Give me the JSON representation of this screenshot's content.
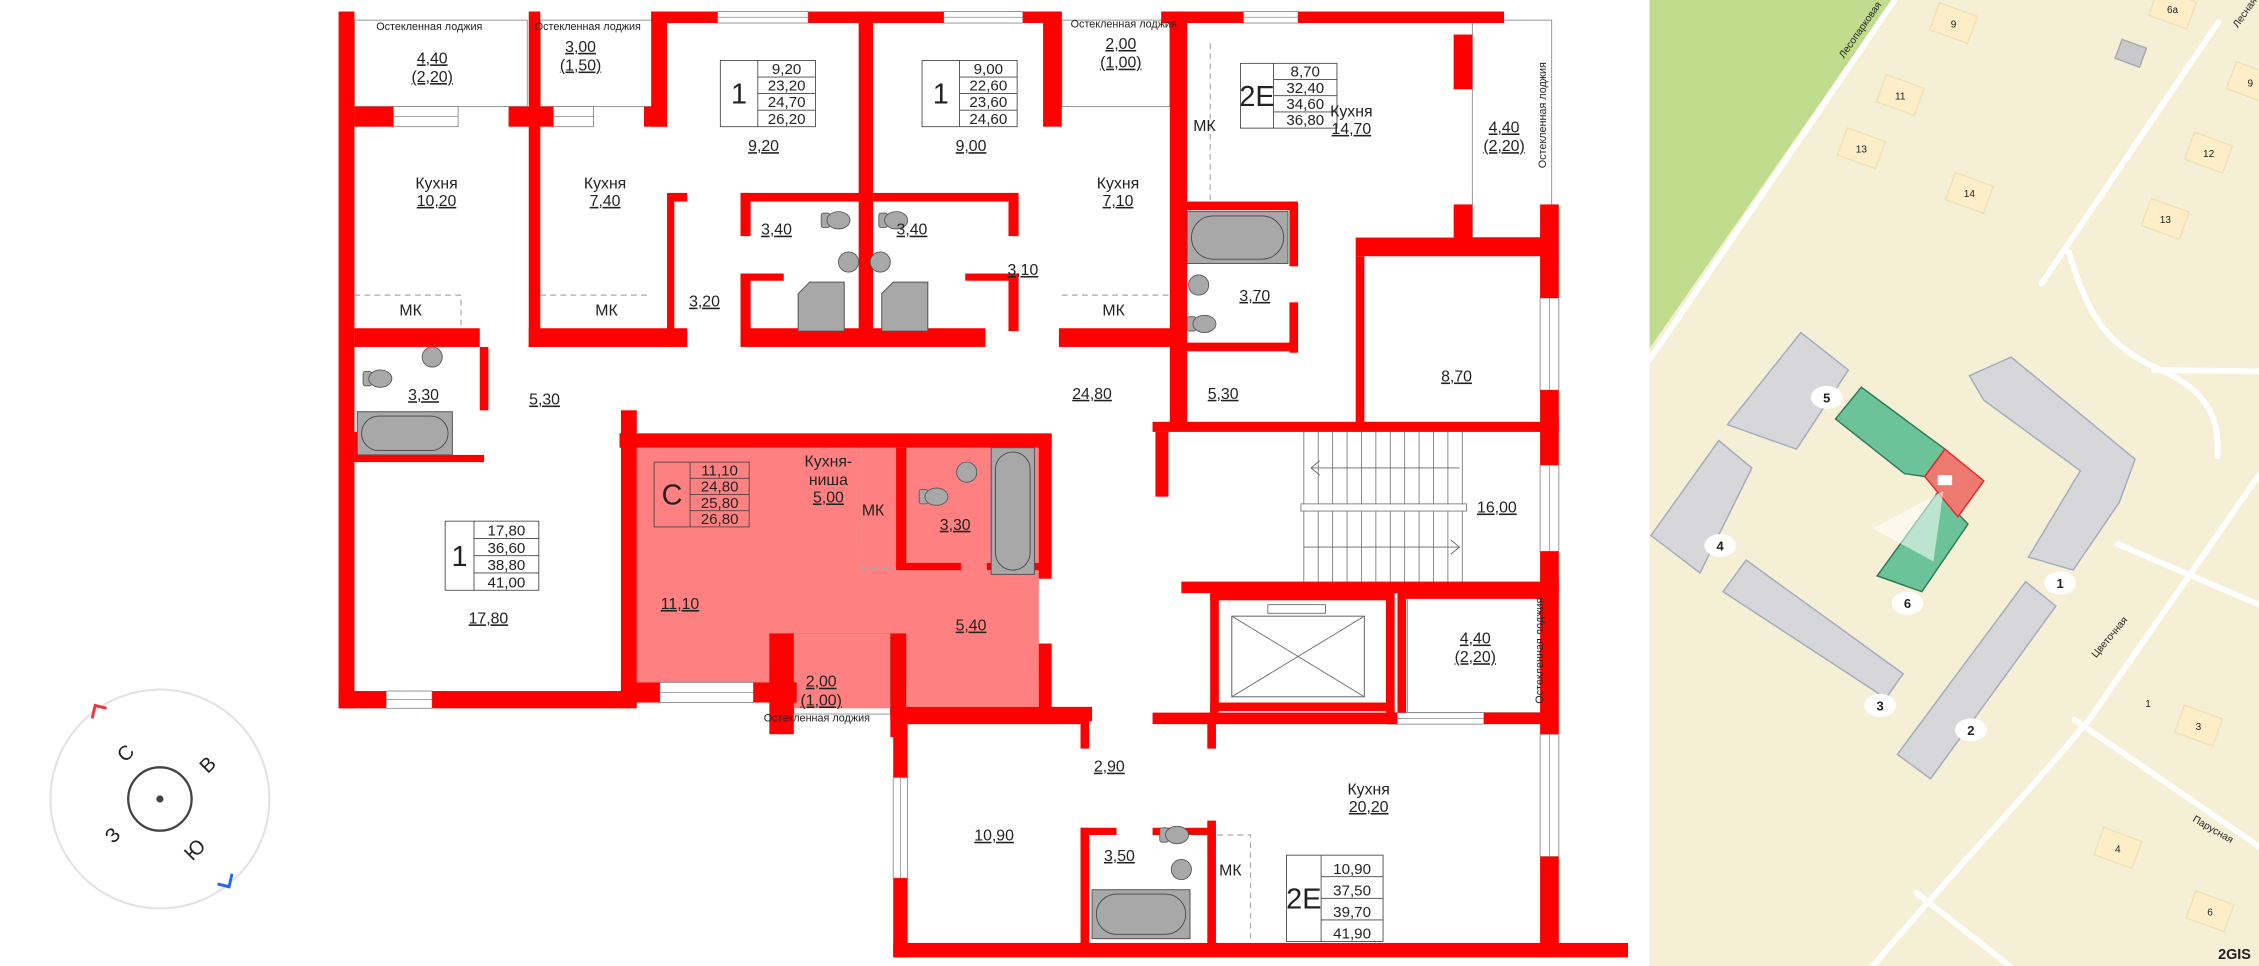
{
  "plan": {
    "units": [
      {
        "key": "unit_1_a",
        "type": "1",
        "areas": [
          "9,20",
          "23,20",
          "24,70",
          "26,20"
        ]
      },
      {
        "key": "unit_1_b",
        "type": "1",
        "areas": [
          "9,00",
          "22,60",
          "23,60",
          "24,60"
        ]
      },
      {
        "key": "unit_2e_top",
        "type": "2Е",
        "areas": [
          "8,70",
          "32,40",
          "34,60",
          "36,80"
        ]
      },
      {
        "key": "unit_1_left",
        "type": "1",
        "areas": [
          "17,80",
          "36,60",
          "38,80",
          "41,00"
        ]
      },
      {
        "key": "unit_studio",
        "type": "С",
        "areas": [
          "11,10",
          "24,80",
          "25,80",
          "26,80"
        ],
        "selected": true
      },
      {
        "key": "unit_2e_bottom",
        "type": "2Е",
        "areas": [
          "10,90",
          "37,50",
          "39,70",
          "41,90"
        ]
      }
    ],
    "rooms": [
      {
        "label": "Остекленная лоджия",
        "area": "4,40",
        "sub": "(2,20)"
      },
      {
        "label": "Остекленная лоджия",
        "area": "3,00",
        "sub": "(1,50)"
      },
      {
        "label": "Остекленная лоджия",
        "area": "2,00",
        "sub": "(1,00)"
      },
      {
        "label": "Кухня",
        "area": "10,20"
      },
      {
        "label": "Кухня",
        "area": "7,40"
      },
      {
        "area": "9,20"
      },
      {
        "area": "9,00"
      },
      {
        "label": "Кухня",
        "area": "7,10"
      },
      {
        "area": "3,40"
      },
      {
        "area": "3,40"
      },
      {
        "area": "3,20"
      },
      {
        "area": "3,10"
      },
      {
        "label": "МК"
      },
      {
        "label": "МК"
      },
      {
        "label": "МК"
      },
      {
        "area": "3,30"
      },
      {
        "area": "5,30"
      },
      {
        "area": "24,80"
      },
      {
        "area": "5,30"
      },
      {
        "label": "МК"
      },
      {
        "label": "Кухня",
        "area": "14,70"
      },
      {
        "label": "Остекленная лоджия",
        "area": "4,40",
        "sub": "(2,20)"
      },
      {
        "area": "3,70"
      },
      {
        "area": "8,70"
      },
      {
        "area": "16,00"
      },
      {
        "area": "17,80"
      },
      {
        "label": "Кухня-",
        "label2": "ниша",
        "area": "5,00"
      },
      {
        "label": "МК"
      },
      {
        "area": "3,30"
      },
      {
        "area": "11,10"
      },
      {
        "area": "5,40"
      },
      {
        "label": "Остекленная лоджия",
        "area": "2,00",
        "sub": "(1,00)"
      },
      {
        "label": "Остекленная лоджия",
        "area": "4,40",
        "sub": "(2,20)"
      },
      {
        "area": "2,90"
      },
      {
        "area": "10,90"
      },
      {
        "area": "3,50"
      },
      {
        "label": "МК"
      },
      {
        "label": "Кухня",
        "area": "20,20"
      }
    ],
    "colors": {
      "wall": "#ff0000",
      "selected_fill": "#ff8080",
      "fixture": "#a8a8a8"
    }
  },
  "compass": {
    "north": "С",
    "east": "В",
    "south": "Ю",
    "west": "З",
    "colors": {
      "north_marker": "#ee3344",
      "south_marker": "#2266ee"
    }
  },
  "map": {
    "house_numbers": [
      "9",
      "11",
      "13",
      "14",
      "6а",
      "9",
      "12",
      "13",
      "1",
      "3",
      "4",
      "6"
    ],
    "complex_buildings": [
      "5",
      "4",
      "6",
      "1",
      "3",
      "2"
    ],
    "streets": [
      "Лесопарковая",
      "Лесная",
      "Цветочная",
      "Парусная"
    ],
    "logo": "2GIS",
    "colors": {
      "ground": "#f5efd5",
      "forest": "#bfdd8c",
      "building": "#d7d7da",
      "selected_section": "#ec7a70",
      "complex": "#6cc399"
    }
  }
}
